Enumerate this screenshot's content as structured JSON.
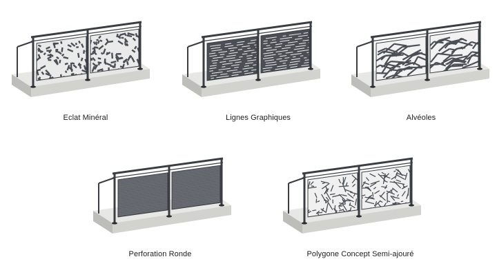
{
  "colors": {
    "frame": "#3a3d42",
    "panel": "#4b4f55",
    "slab_top": "#e7e7e5",
    "slab_front": "#d2d2cf",
    "slab_side": "#bdbdba",
    "background": "#ffffff"
  },
  "railings": [
    {
      "label": "Eclat Minéral",
      "pattern": "eclat-mineral"
    },
    {
      "label": "Lignes Graphiques",
      "pattern": "lignes-graphiques"
    },
    {
      "label": "Alvéoles",
      "pattern": "alveoles"
    },
    {
      "label": "Perforation Ronde",
      "pattern": "perforation-ronde"
    },
    {
      "label": "Polygone Concept Semi-ajouré",
      "pattern": "polygone-concept"
    }
  ]
}
